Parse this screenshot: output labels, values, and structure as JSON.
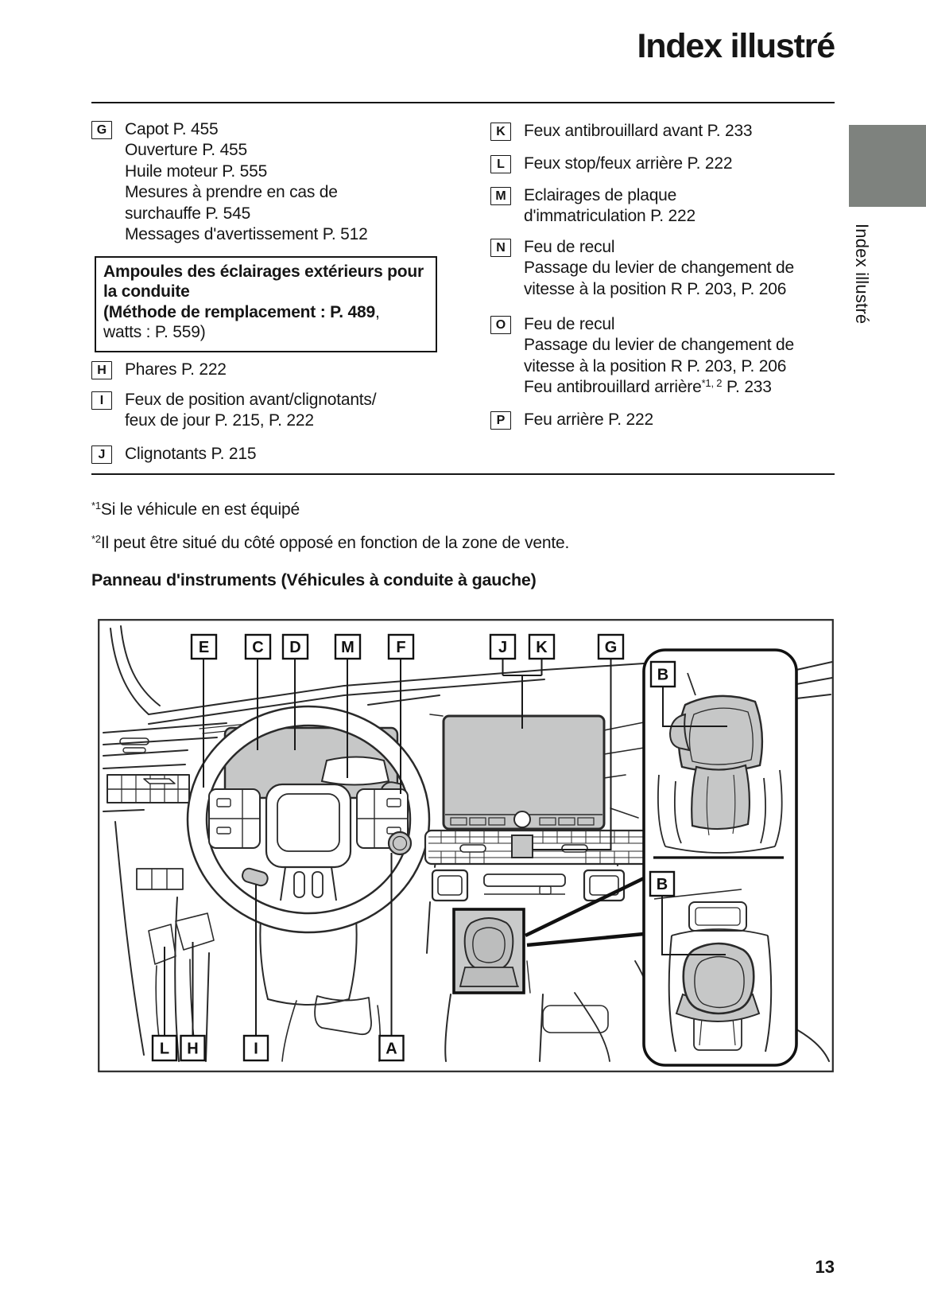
{
  "page": {
    "title": "Index illustré",
    "sidebar_tab": "Index illustré",
    "page_number": "13",
    "heading": "Panneau d'instruments (Véhicules à conduite à gauche)"
  },
  "colors": {
    "highlight_gray": "#c6c7c7",
    "tab_gray": "#7e827e",
    "ink": "#161616",
    "line_art": "#2a2a2a"
  },
  "lists": {
    "left": [
      {
        "letter": "G",
        "lines": [
          "Capot P. 455",
          "Ouverture P. 455",
          "Huile moteur P. 555",
          "Mesures à prendre en cas de",
          "surchauffe P. 545",
          "Messages d'avertissement P. 512"
        ]
      },
      {
        "letter": "H",
        "lines": [
          "Phares P. 222"
        ]
      },
      {
        "letter": "I",
        "lines": [
          "Feux de position avant/clignotants/",
          "feux de jour P. 215, P. 222"
        ]
      },
      {
        "letter": "J",
        "lines": [
          "Clignotants P. 215"
        ]
      }
    ],
    "note_box": {
      "line1": "Ampoules des éclairages extérieurs pour",
      "line2": "la conduite",
      "line3_bold": "(Méthode de remplacement : P. 489",
      "line3_tail": ",",
      "line4": "watts : P. 559)"
    },
    "right": [
      {
        "letter": "K",
        "lines": [
          "Feux antibrouillard avant P. 233"
        ]
      },
      {
        "letter": "L",
        "lines": [
          "Feux stop/feux arrière P. 222"
        ]
      },
      {
        "letter": "M",
        "lines": [
          "Eclairages de plaque",
          "d'immatriculation P. 222"
        ]
      },
      {
        "letter": "N",
        "lines": [
          "Feu de recul",
          "Passage du levier de changement de",
          "vitesse à la position R P. 203, P. 206"
        ]
      },
      {
        "letter": "O",
        "lines": [
          "Feu de recul",
          "Passage du levier de changement de",
          "vitesse à la position R P. 203, P. 206"
        ],
        "rich": {
          "pre": "Feu antibrouillard arrière",
          "sup": "*1, 2",
          "post": " P. 233"
        }
      },
      {
        "letter": "P",
        "lines": [
          "Feu arrière P. 222"
        ]
      }
    ]
  },
  "footnotes": [
    {
      "sup": "*1",
      "text": "Si le véhicule en est équipé"
    },
    {
      "sup": "*2",
      "text": "Il peut être situé du côté opposé en fonction de la zone de vente."
    }
  ],
  "figure": {
    "top_labels": [
      "E",
      "C",
      "D",
      "M",
      "F",
      "J",
      "K",
      "G"
    ],
    "panel_labels": [
      "B",
      "B"
    ],
    "bottom_labels": [
      "L",
      "H",
      "I",
      "A"
    ]
  }
}
